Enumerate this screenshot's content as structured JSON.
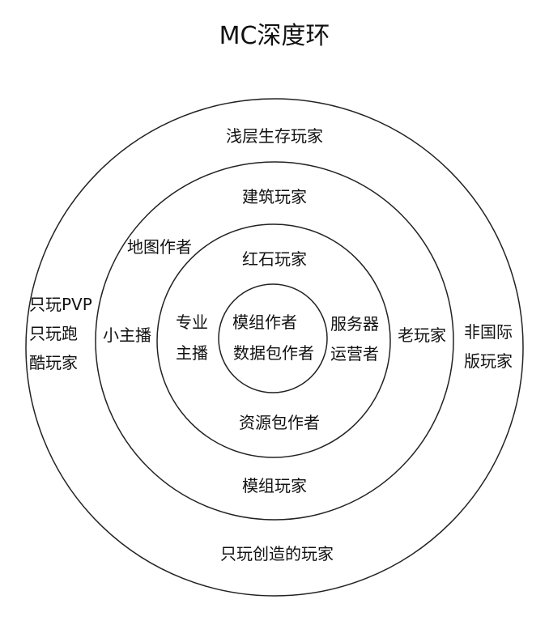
{
  "title": "MC深度环",
  "rings": {
    "ring1_outer": {
      "top": "浅层生存玩家",
      "left": [
        "只玩PVP",
        "只玩跑",
        "酷玩家"
      ],
      "right": [
        "非国际",
        "版玩家"
      ],
      "bottom": "只玩创造的玩家"
    },
    "ring2": {
      "top": "建筑玩家",
      "upper_left": "地图作者",
      "left": "小主播",
      "right": "老玩家",
      "bottom": "模组玩家"
    },
    "ring3": {
      "top": "红石玩家",
      "left": [
        "专业",
        "主播"
      ],
      "right": [
        "服务器",
        "运营者"
      ],
      "bottom": "资源包作者"
    },
    "core": [
      "模组作者",
      "数据包作者"
    ]
  }
}
